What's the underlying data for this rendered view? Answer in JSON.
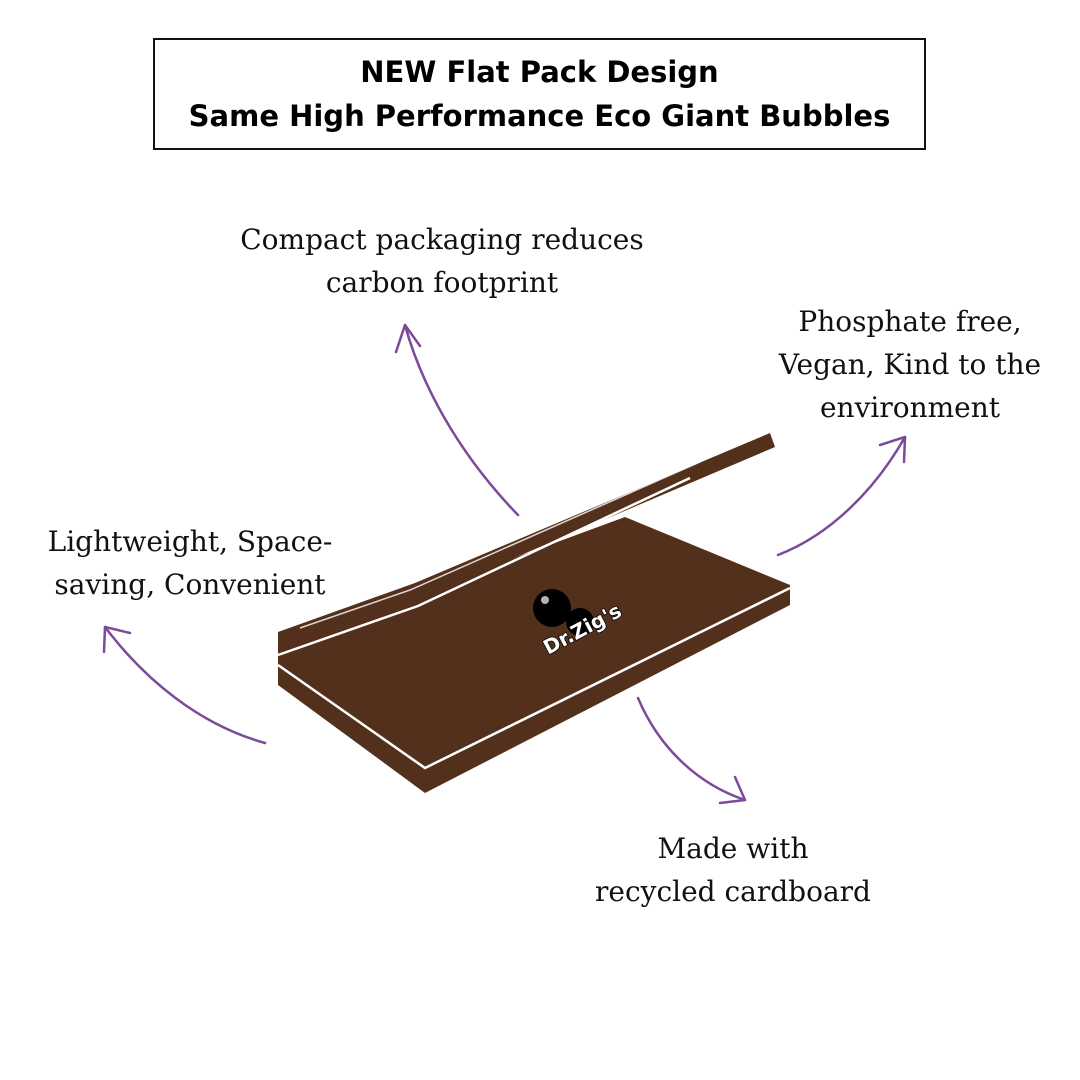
{
  "header": {
    "line1": "NEW Flat Pack Design",
    "line2": "Same High Performance Eco Giant Bubbles"
  },
  "features": [
    {
      "line1": "Compact packaging reduces",
      "line2": "carbon footprint"
    },
    {
      "line1": "Phosphate free,",
      "line2": "Vegan, Kind to the",
      "line3": "environment"
    },
    {
      "line1": "Lightweight, Space-",
      "line2": "saving, Convenient"
    },
    {
      "line1": "Made with",
      "line2": "recycled cardboard"
    }
  ],
  "logo": {
    "text": "Dr. Zig's"
  },
  "colors": {
    "arrow": "#7b4a9a",
    "box": "#53301b",
    "border": "#111111"
  }
}
